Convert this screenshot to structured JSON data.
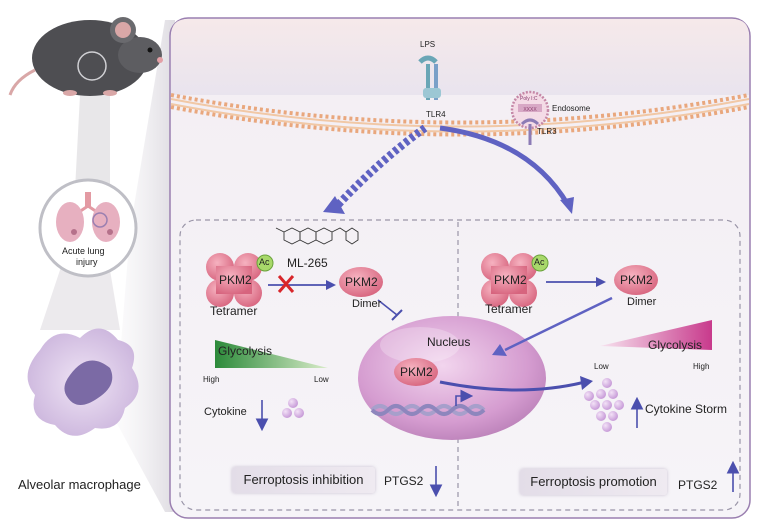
{
  "left": {
    "mouse": "",
    "lung_label_line1": "Acute lung",
    "lung_label_line2": "injury",
    "cell_caption": "Alveolar macrophage"
  },
  "membrane": {
    "lps": "LPS",
    "tlr4": "TLR4",
    "tlr3": "TLR3",
    "endosome": "Endosome",
    "polyic": "Poly I:C"
  },
  "inhibition_panel": {
    "pkm2_tetramer": "PKM2",
    "ac": "Ac",
    "tetramer_label": "Tetramer",
    "drug": "ML-265",
    "pkm2_dimer": "PKM2",
    "dimer_label": "Dimer",
    "glycolysis": "Glycolysis",
    "high": "High",
    "low": "Low",
    "cytokine": "Cytokine",
    "outcome": "Ferroptosis inhibition",
    "ptgs2": "PTGS2"
  },
  "nucleus": {
    "label": "Nucleus",
    "pkm2": "PKM2"
  },
  "promotion_panel": {
    "pkm2_tetramer": "PKM2",
    "ac": "Ac",
    "tetramer_label": "Tetramer",
    "pkm2_dimer": "PKM2",
    "dimer_label": "Dimer",
    "glycolysis": "Glycolysis",
    "low": "Low",
    "high": "High",
    "cytokine_storm": "Cytokine Storm",
    "outcome": "Ferroptosis promotion",
    "ptgs2": "PTGS2"
  },
  "colors": {
    "arrow_blue": "#4b4fae",
    "pkm2_pink": "#e27b94",
    "ac_green": "#a8d86a",
    "inhibit_red": "#d8262b",
    "glyco_green": "#2c8a3a",
    "glyco_pink": "#d24f9a",
    "cytokine_purple": "#c89ad8"
  }
}
